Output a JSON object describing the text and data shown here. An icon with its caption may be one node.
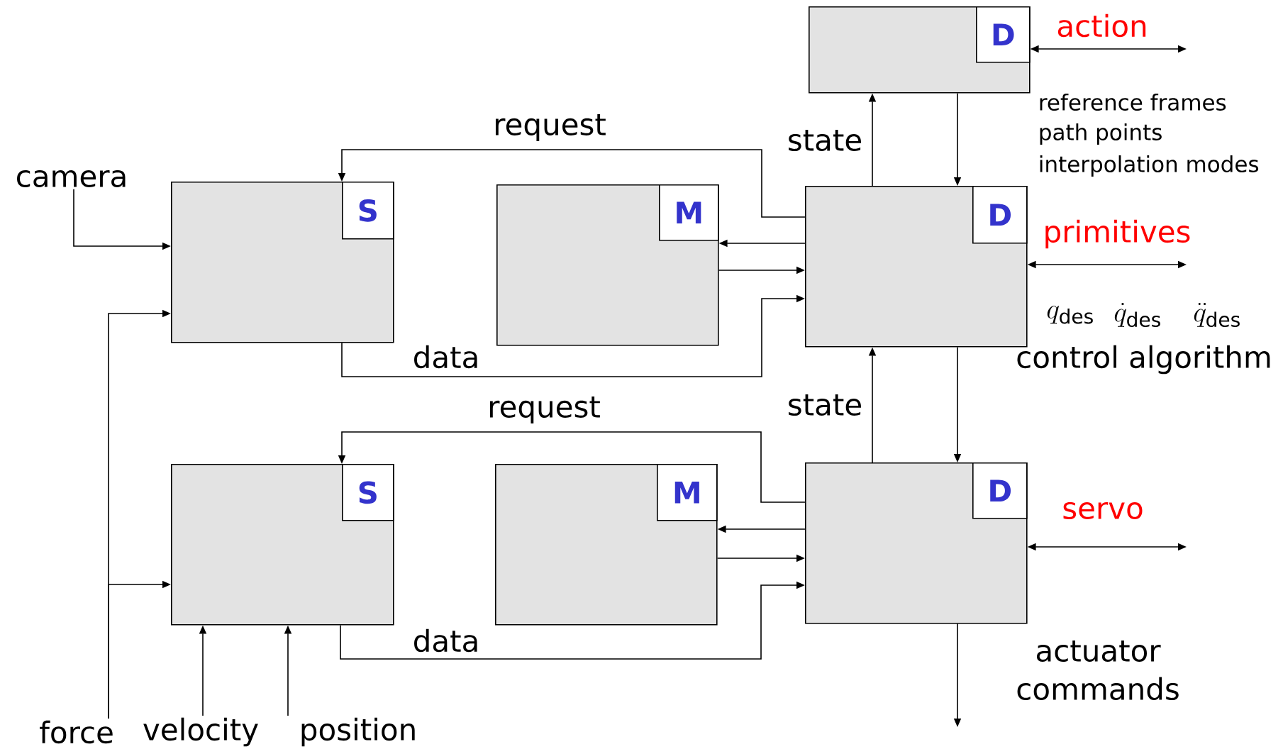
{
  "diagram": {
    "nodes": [
      {
        "text": [],
        "shape": "box"
      },
      {
        "text": [
          "D"
        ],
        "in": 0
      },
      {
        "text": [
          "camera"
        ]
      },
      {
        "text": [],
        "shape": "box"
      },
      {
        "text": [
          "S"
        ],
        "in": 3
      },
      {
        "text": [],
        "shape": "box"
      },
      {
        "text": [
          "M"
        ],
        "in": 5
      },
      {
        "text": [],
        "shape": "box"
      },
      {
        "text": [
          "D"
        ],
        "in": 7
      },
      {
        "text": [],
        "shape": "box"
      },
      {
        "text": [
          "S"
        ],
        "in": 9
      },
      {
        "text": [],
        "shape": "box"
      },
      {
        "text": [
          "M"
        ],
        "in": 11
      },
      {
        "text": [],
        "shape": "box"
      },
      {
        "text": [
          "D"
        ],
        "in": 13
      },
      {
        "text": [
          "force"
        ]
      },
      {
        "text": [
          "velocity"
        ]
      },
      {
        "text": [
          "position"
        ]
      }
    ],
    "edges": [
      {
        "from": 2,
        "to": 3,
        "arrow": "to"
      },
      {
        "from": 15,
        "to": 3,
        "arrow": "to"
      },
      {
        "from": 15,
        "to": 9,
        "arrow": "to"
      },
      {
        "from": 16,
        "to": 9,
        "arrow": "to"
      },
      {
        "from": 17,
        "to": 9,
        "arrow": "to"
      },
      {
        "from": 7,
        "to": 3,
        "arrow": "to",
        "label": "request"
      },
      {
        "from": 3,
        "to": 7,
        "arrow": "to",
        "label": "data"
      },
      {
        "from": 7,
        "to": 5,
        "arrow": "to"
      },
      {
        "from": 5,
        "to": 7,
        "arrow": "to"
      },
      {
        "from": 7,
        "to": 0,
        "arrow": "to",
        "label": "state"
      },
      {
        "from": 0,
        "to": 7,
        "arrow": "to"
      },
      {
        "from": 0,
        "to": null,
        "arrow": "both",
        "label": "action"
      },
      {
        "from": 7,
        "to": null,
        "arrow": "both",
        "label": "primitives"
      },
      {
        "from": 7,
        "to": 13,
        "arrow": "to"
      },
      {
        "from": 13,
        "to": 7,
        "arrow": "to",
        "label": "state"
      },
      {
        "from": 13,
        "to": 9,
        "arrow": "to",
        "label": "request"
      },
      {
        "from": 9,
        "to": 13,
        "arrow": "to",
        "label": "data"
      },
      {
        "from": 13,
        "to": 11,
        "arrow": "to"
      },
      {
        "from": 11,
        "to": 13,
        "arrow": "to"
      },
      {
        "from": 13,
        "to": null,
        "arrow": "both",
        "label": "servo"
      },
      {
        "from": 13,
        "to": null,
        "arrow": "to"
      }
    ],
    "labels": [
      "reference frames",
      "path points",
      "interpolation modes",
      "q_{\\mathrm{des}}",
      "\\dot{q}_{\\mathrm{des}}",
      "\\ddot{q}_{\\mathrm{des}}",
      "control algorithm",
      "actuator commands"
    ]
  }
}
